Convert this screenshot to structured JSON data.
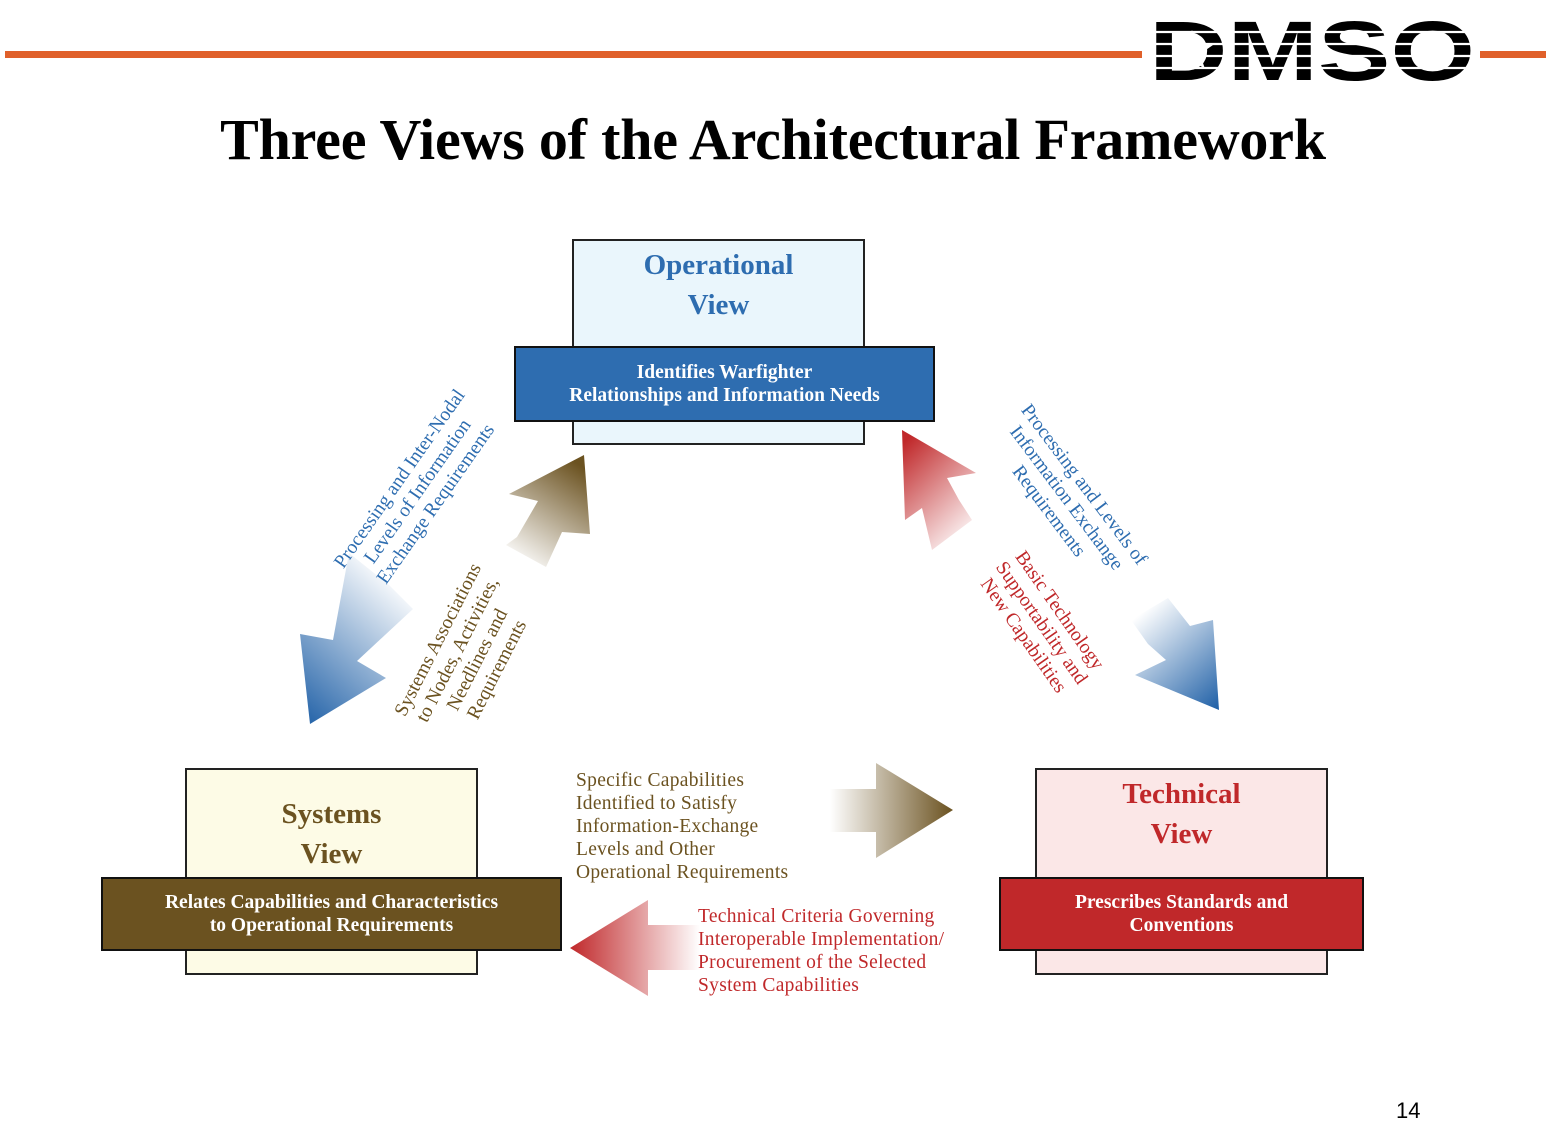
{
  "header": {
    "logo_text": "DMSO",
    "title": "Three Views of the Architectural Framework"
  },
  "views": {
    "operational": {
      "title_line1": "Operational",
      "title_line2": "View",
      "desc_line1": "Identifies Warfighter",
      "desc_line2": "Relationships and Information Needs"
    },
    "systems": {
      "title_line1": "Systems",
      "title_line2": "View",
      "desc_line1": "Relates Capabilities and Characteristics",
      "desc_line2": "to Operational Requirements"
    },
    "technical": {
      "title_line1": "Technical",
      "title_line2": "View",
      "desc_line1": "Prescribes Standards and",
      "desc_line2": "Conventions"
    }
  },
  "flows": {
    "op_to_sys": "Processing and Inter-Nodal\nLevels of Information\nExchange Requirements",
    "sys_to_op": "Systems Associations\nto Nodes, Activities,\nNeedlines and\nRequirements",
    "op_to_tech": "Processing and Levels of\nInformation Exchange\nRequirements",
    "tech_to_op": "Basic Technology\nSupportability and\nNew Capabilities",
    "sys_to_tech": "Specific Capabilities\nIdentified to Satisfy\nInformation-Exchange\nLevels and Other\nOperational Requirements",
    "tech_to_sys": "Technical Criteria Governing\nInteroperable Implementation/\nProcurement of the Selected\nSystem Capabilities"
  },
  "colors": {
    "rule": "#e0602a",
    "blue": "#2e6db0",
    "olive": "#6b5220",
    "red": "#c0282a",
    "op_fill": "#eaf6fc",
    "sys_fill": "#fdfbe6",
    "tech_fill": "#fbe7e7"
  },
  "footer": {
    "page_number": "14"
  }
}
